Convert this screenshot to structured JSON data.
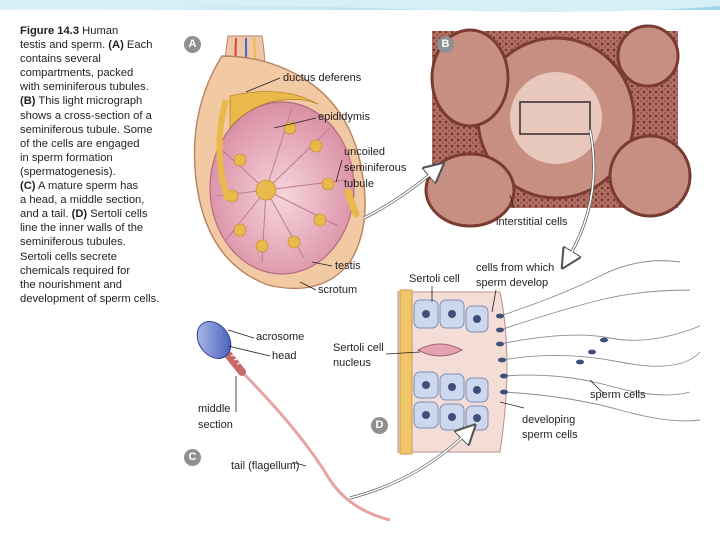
{
  "caption": {
    "figure_label": "Figure 14.3",
    "lines": [
      [
        "",
        " Human"
      ],
      [
        "",
        "testis and sperm. "
      ],
      [
        "",
        "contains several"
      ],
      [
        "",
        "compartments, packed"
      ],
      [
        "",
        "with seminiferous tubules."
      ],
      [
        "",
        " This light micrograph"
      ],
      [
        "",
        "shows a cross-section of a"
      ],
      [
        "",
        "seminiferous tubule. Some"
      ],
      [
        "",
        "of the cells are engaged"
      ],
      [
        "",
        "in sperm formation"
      ],
      [
        "",
        "(spermatogenesis)."
      ],
      [
        "",
        " A mature sperm has"
      ],
      [
        "",
        "a head, a middle section,"
      ],
      [
        "",
        "and a tail. "
      ],
      [
        "",
        "line the inner walls of the"
      ],
      [
        "",
        "seminiferous tubules."
      ],
      [
        "",
        "Sertoli cells secrete"
      ],
      [
        "",
        "chemicals required for"
      ],
      [
        "",
        "the nourishment and"
      ],
      [
        "",
        "development of sperm cells."
      ]
    ],
    "bold_A": "(A)",
    "after_A": " Each",
    "bold_B": "(B)",
    "bold_C": "(C)",
    "bold_D": "(D)",
    "after_D": " Sertoli cells"
  },
  "panels": {
    "a": "A",
    "b": "B",
    "c": "C",
    "d": "D"
  },
  "labels": {
    "ductus_deferens": "ductus deferens",
    "epididymis": "epididymis",
    "uncoiled_1": "uncoiled",
    "uncoiled_2": "seminiferous",
    "uncoiled_3": "tubule",
    "testis": "testis",
    "scrotum": "scrotum",
    "interstitial_cells": "interstitial cells",
    "sertoli_cell": "Sertoli cell",
    "cells_from_1": "cells from which",
    "cells_from_2": "sperm develop",
    "sertoli_nucleus_1": "Sertoli cell",
    "sertoli_nucleus_2": "nucleus",
    "acrosome": "acrosome",
    "head": "head",
    "middle_1": "middle",
    "middle_2": "section",
    "tail": "tail (flagellum)",
    "sperm_cells": "sperm cells",
    "developing_1": "developing",
    "developing_2": "sperm cells"
  },
  "colors": {
    "stripe": "#bfe6f2",
    "label_text": "#231f20",
    "badge": "#8f8f94",
    "micrograph": "#a8665a",
    "tubule_yellow": "#e9b94b",
    "testis_pink": "#e8b6c2",
    "sperm_head": "#5b72c9"
  }
}
